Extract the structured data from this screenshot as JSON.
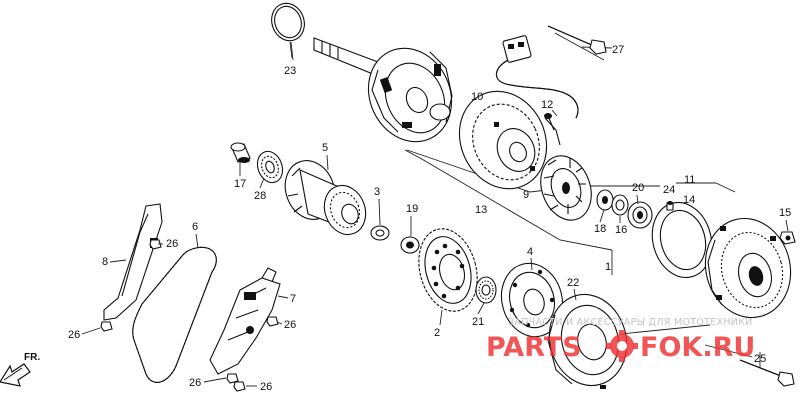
{
  "diagram": {
    "callouts": [
      "23",
      "27",
      "10",
      "12",
      "5",
      "17",
      "28",
      "3",
      "19",
      "13",
      "9",
      "20",
      "24",
      "11",
      "14",
      "15",
      "6",
      "8",
      "26",
      "26",
      "7",
      "26",
      "4",
      "22",
      "1",
      "18",
      "16",
      "2",
      "21",
      "26",
      "26",
      "25"
    ],
    "direction_label": "FR.",
    "watermark": {
      "caption": "ЗАПЧАСТИ И АКСЕССУАРЫ ДЛЯ МОТОТЕХНИКИ",
      "brand_left": "PARTS",
      "brand_right": "FOK.RU"
    }
  }
}
